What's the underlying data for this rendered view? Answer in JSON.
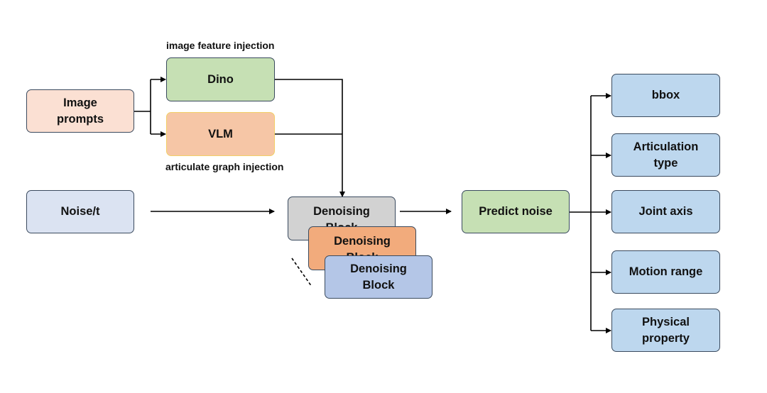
{
  "captions": {
    "image_feature_injection": "image feature injection",
    "articulate_graph_injection": "articulate graph injection"
  },
  "inputs": {
    "image_prompts": "Image\nprompts",
    "noise": "Noise/t"
  },
  "encoders": {
    "dino": "Dino",
    "vlm": "VLM"
  },
  "denoising_blocks": [
    "Denoising\nBlock",
    "Denoising\nBlock",
    "Denoising\nBlock"
  ],
  "predict_noise": "Predict noise",
  "outputs": [
    "bbox",
    "Articulation\ntype",
    "Joint axis",
    "Motion range",
    "Physical\nproperty"
  ],
  "colors": {
    "image_prompts": "#fbe0d3",
    "dino": "#c6e0b4",
    "vlm": "#f6c6a6",
    "vlm_border": "#f2cf66",
    "noise": "#dbe3f2",
    "denoising_block_1": "#d2d2d2",
    "denoising_block_2": "#f2ab7c",
    "denoising_block_3": "#b4c6e7",
    "predict_noise": "#c6e0b4",
    "outputs": "#bdd7ee",
    "border": "#3a4a5e",
    "arrow": "#000000"
  }
}
